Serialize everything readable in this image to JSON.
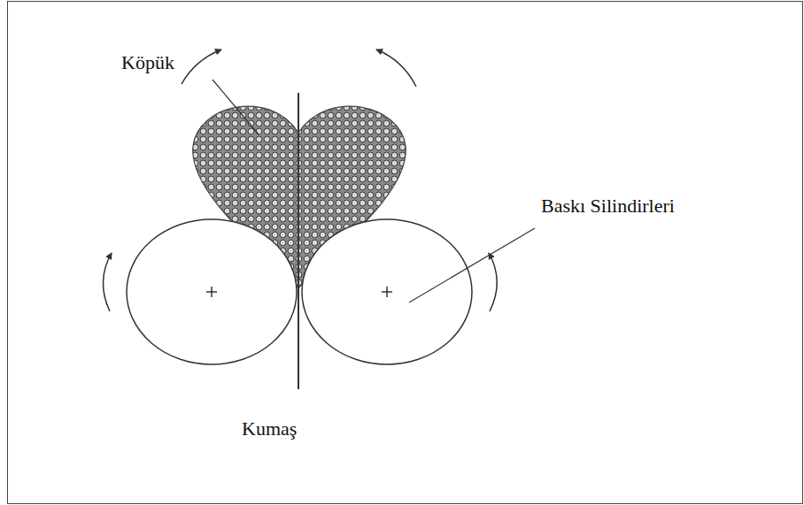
{
  "diagram": {
    "labels": [
      "Köpük",
      "Baskı Silindirleri",
      "Kumaş"
    ]
  }
}
